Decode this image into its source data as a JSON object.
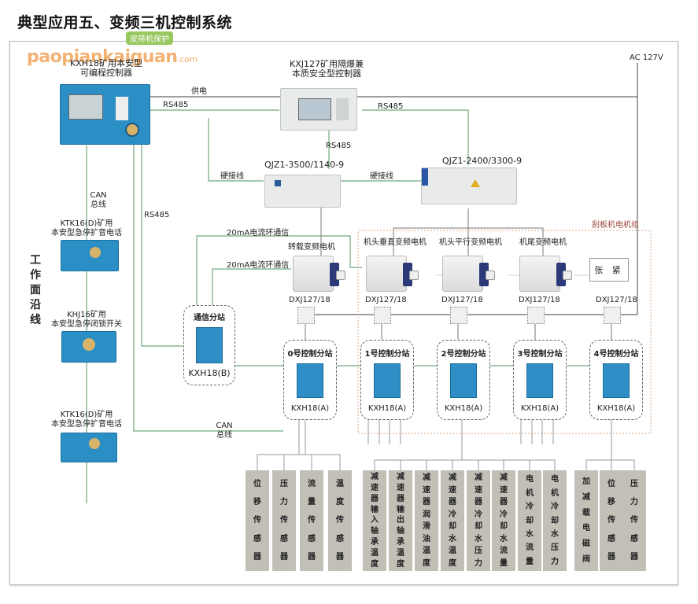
{
  "title": "典型应用五、变频三机控制系统",
  "watermark": {
    "text": "paopiankaiguan",
    "suffix": ".com",
    "badge": "皮带机保护"
  },
  "power_label": "AC 127V",
  "devices": {
    "kxh18_controller": {
      "line1": "KXH18矿用本安型",
      "line2": "可编程控制器"
    },
    "kxj127": {
      "line1": "KXJ127矿用隔爆兼",
      "line2": "本质安全型控制器"
    },
    "qjz_3500": "QJZ1-3500/1140-9",
    "qjz_2400": "QJZ1-2400/3300-9",
    "ktk16_top": {
      "line1": "KTK16(D)矿用",
      "line2": "本安型急停扩音电话"
    },
    "khj16": {
      "line1": "KHJ16矿用",
      "line2": "本安型急停闭锁开关"
    },
    "ktk16_bottom": {
      "line1": "KTK16(D)矿用",
      "line2": "本安型急停扩音电话"
    }
  },
  "line_labels": {
    "supply": "供电",
    "rs485_a": "RS485",
    "rs485_b": "RS485",
    "rs485_c": "RS485",
    "rs485_d": "RS485",
    "hardwire_a": "硬接线",
    "hardwire_b": "硬接线",
    "loop_a": "20mA电流环通信",
    "loop_b": "20mA电流环通信",
    "can_a": "CAN",
    "can_a2": "总线",
    "can_b": "CAN",
    "can_b2": "总线"
  },
  "side_label": [
    "工",
    "作",
    "面",
    "沿",
    "线"
  ],
  "motor_group_label": "刮板机电机组",
  "motors": [
    {
      "label": "转载变频电机"
    },
    {
      "label": "机头垂直变频电机"
    },
    {
      "label": "机头平行变频电机"
    },
    {
      "label": "机尾变频电机"
    }
  ],
  "tension_label": "张 紧",
  "dxj_label": "DXJ127/18",
  "comm_station": {
    "title": "通信分站",
    "model": "KXH18(B)"
  },
  "control_stations": [
    {
      "title": "0号控制分站",
      "model": "KXH18(A)"
    },
    {
      "title": "1号控制分站",
      "model": "KXH18(A)"
    },
    {
      "title": "2号控制分站",
      "model": "KXH18(A)"
    },
    {
      "title": "3号控制分站",
      "model": "KXH18(A)"
    },
    {
      "title": "4号控制分站",
      "model": "KXH18(A)"
    }
  ],
  "sensor_groups": [
    {
      "items": [
        "位移传感器",
        "压力传感器",
        "流量传感器",
        "温度传感器"
      ]
    },
    {
      "items": [
        "减速器输入轴承温度",
        "减速器输出轴承温度",
        "减速器润滑油温度",
        "减速器冷却水温度",
        "减速器冷却水压力",
        "减速器冷却水流量",
        "电机冷却水流量",
        "电机冷却水压力"
      ]
    },
    {
      "items": [
        "加减载电磁阀",
        "位移传感器",
        "压力传感器"
      ]
    }
  ]
}
